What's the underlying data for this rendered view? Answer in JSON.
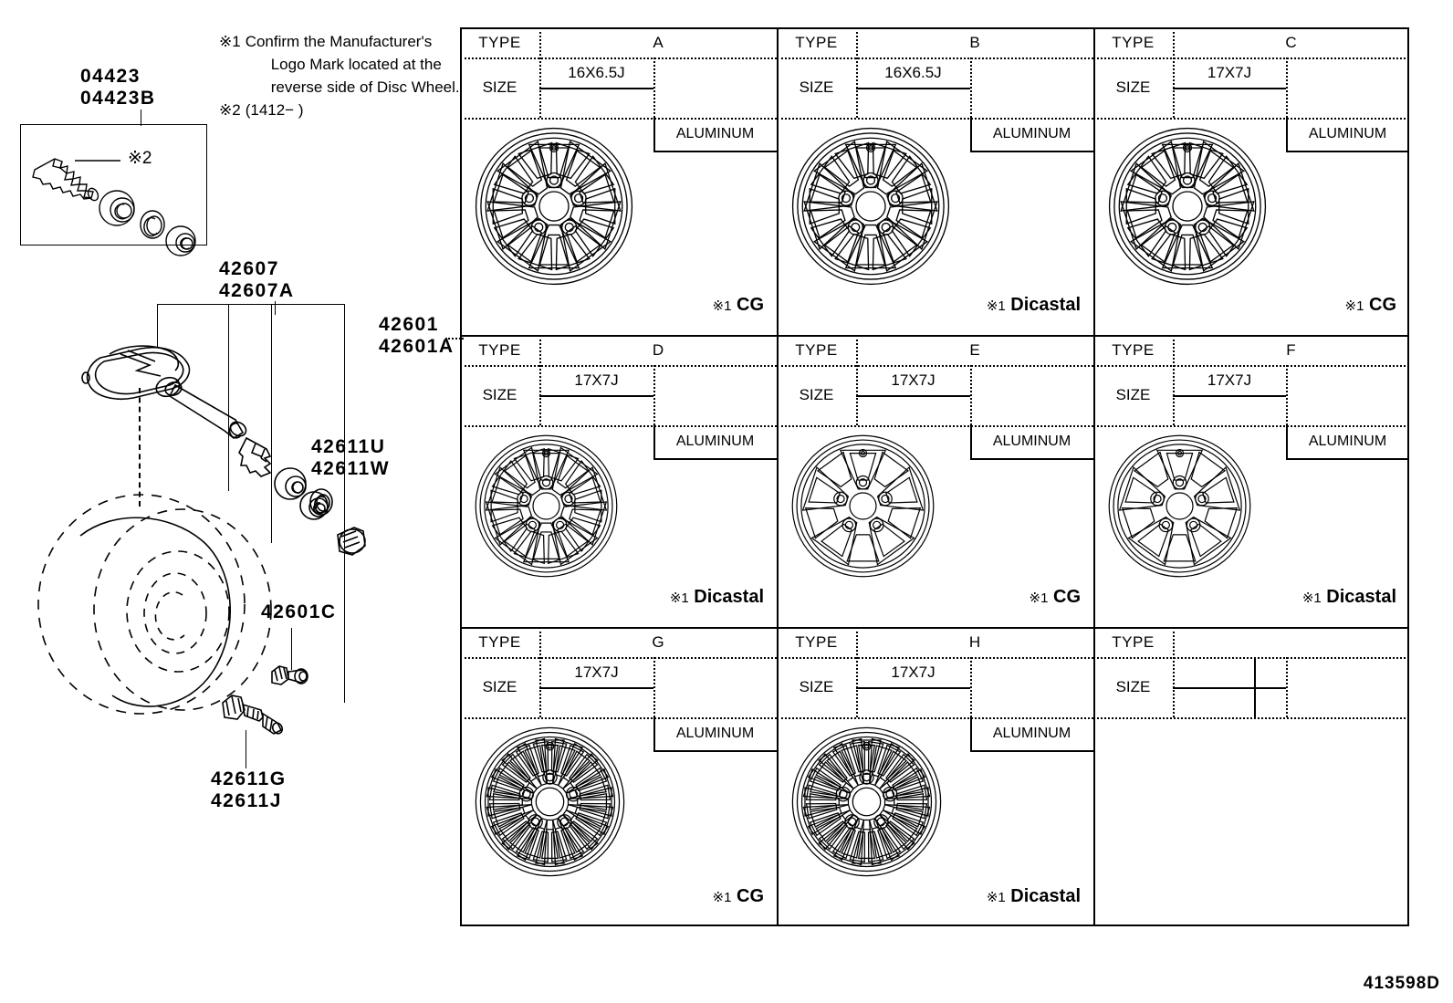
{
  "diagram": {
    "id_code": "413598D",
    "notes": [
      {
        "marker": "※1",
        "text_lines": [
          "Confirm the Manufacturer's",
          "Logo Mark located at the",
          "reverse side of Disc Wheel."
        ]
      },
      {
        "marker": "※2",
        "text_lines": [
          "(1412−        )"
        ]
      }
    ],
    "inset_marker": "※2"
  },
  "left_panel": {
    "labels": [
      {
        "name": "valve-repair-kit",
        "lines": [
          "04423",
          "04423B"
        ]
      },
      {
        "name": "tpms-sensor",
        "lines": [
          "42607",
          "42607A"
        ]
      },
      {
        "name": "disc-wheel",
        "lines": [
          "42601",
          "42601A"
        ]
      },
      {
        "name": "valve-nut-set",
        "lines": [
          "42611U",
          "42611W"
        ]
      },
      {
        "name": "valve-cap",
        "lines": [
          "42601C"
        ]
      },
      {
        "name": "tire-valve",
        "lines": [
          "42611G",
          "42611J"
        ]
      }
    ]
  },
  "table": {
    "headers": {
      "type": "TYPE",
      "size": "SIZE",
      "material": "ALUMINUM"
    },
    "rows": [
      [
        {
          "type": "A",
          "size": "16X6.5J",
          "material": "ALUMINUM",
          "maker": "CG",
          "maker_marker": "※1",
          "spokes": 10,
          "empty": false
        },
        {
          "type": "B",
          "size": "16X6.5J",
          "material": "ALUMINUM",
          "maker": "Dicastal",
          "maker_marker": "※1",
          "spokes": 10,
          "empty": false
        },
        {
          "type": "C",
          "size": "17X7J",
          "material": "ALUMINUM",
          "maker": "CG",
          "maker_marker": "※1",
          "spokes": 10,
          "empty": false
        }
      ],
      [
        {
          "type": "D",
          "size": "17X7J",
          "material": "ALUMINUM",
          "maker": "Dicastal",
          "maker_marker": "※1",
          "spokes": 10,
          "empty": false
        },
        {
          "type": "E",
          "size": "17X7J",
          "material": "ALUMINUM",
          "maker": "CG",
          "maker_marker": "※1",
          "spokes": 5,
          "empty": false
        },
        {
          "type": "F",
          "size": "17X7J",
          "material": "ALUMINUM",
          "maker": "Dicastal",
          "maker_marker": "※1",
          "spokes": 5,
          "empty": false
        }
      ],
      [
        {
          "type": "G",
          "size": "17X7J",
          "material": "ALUMINUM",
          "maker": "CG",
          "maker_marker": "※1",
          "spokes": 20,
          "empty": false
        },
        {
          "type": "H",
          "size": "17X7J",
          "material": "ALUMINUM",
          "maker": "Dicastal",
          "maker_marker": "※1",
          "spokes": 20,
          "empty": false
        },
        {
          "type": "",
          "size": "",
          "material": "",
          "maker": "",
          "maker_marker": "",
          "spokes": 0,
          "empty": true
        }
      ]
    ]
  }
}
